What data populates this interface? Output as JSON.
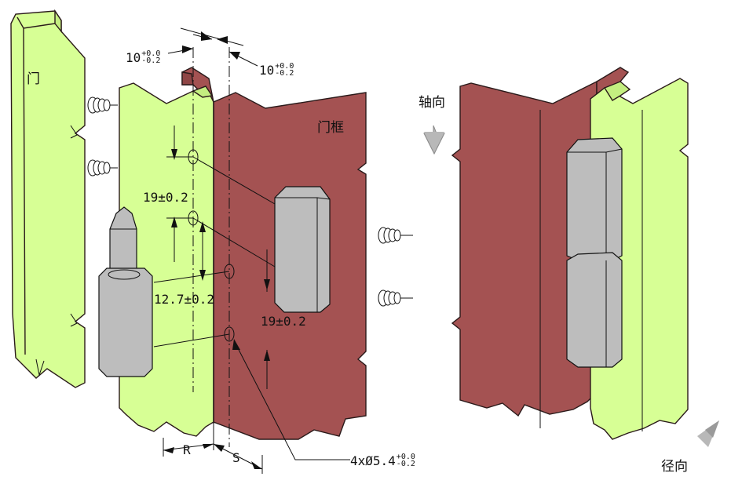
{
  "labels": {
    "door": "门",
    "door_frame": "门框",
    "axial": "轴向",
    "radial": "径向",
    "pitch_upper": "19±0.2",
    "pitch_lower": "12.7±0.2",
    "pitch_frame": "19±0.2",
    "offset_left_base": "10",
    "offset_right_base": "10",
    "tol_upper": "+0.0",
    "tol_lower": "-0.2",
    "hole_base": "4xØ5.4",
    "hole_tol_upper": "+0.0",
    "hole_tol_lower": "-0.2",
    "dim_r": "R",
    "dim_s": "S"
  },
  "colors": {
    "door_green": "#d7ff95",
    "frame_red": "#a45252",
    "hinge_gray": "#bdbdbd",
    "arrow_gray": "#b5b5b5",
    "line": "#111111"
  }
}
